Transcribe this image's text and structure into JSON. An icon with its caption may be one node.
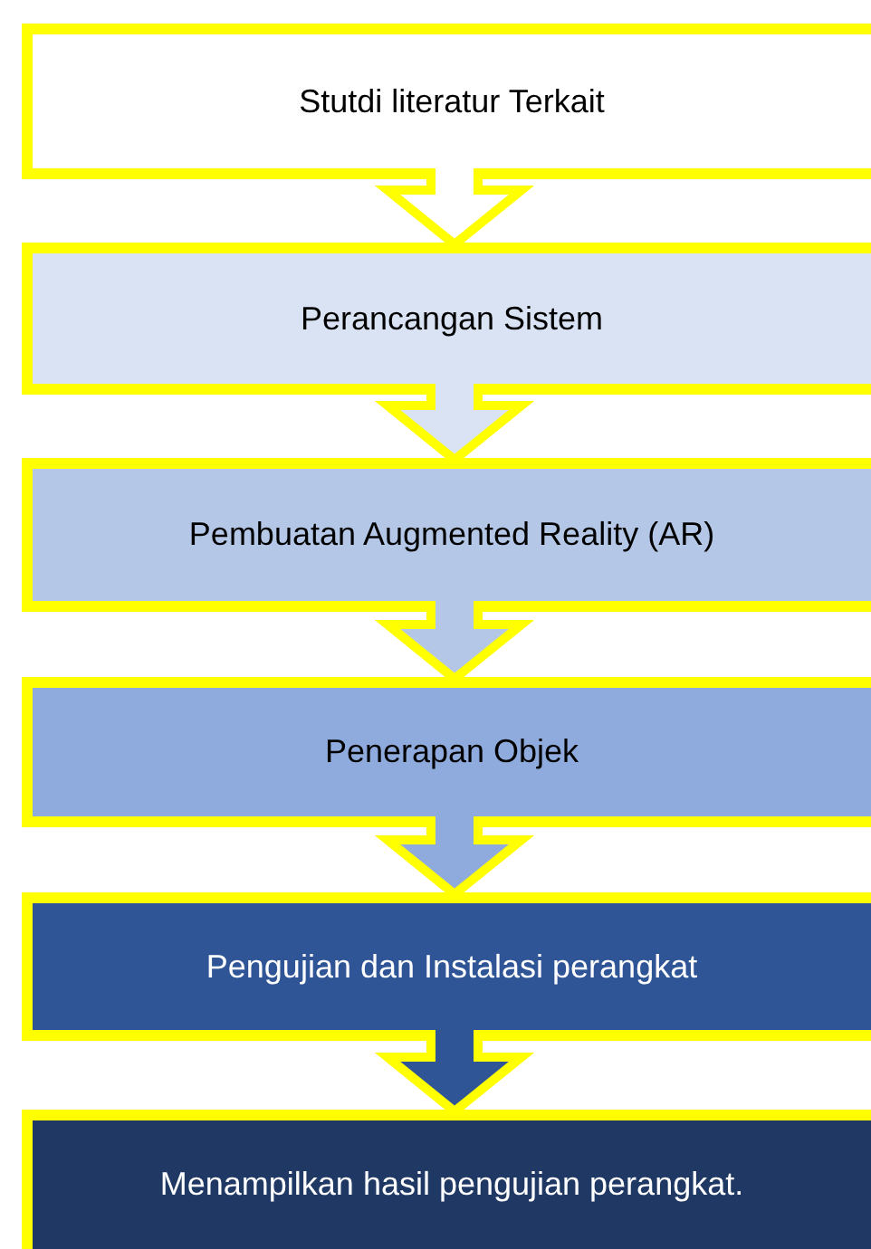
{
  "diagram": {
    "nodes": [
      {
        "text": [
          "Stutdi literatur Terkait"
        ]
      },
      {
        "text": [
          "Perancangan Sistem"
        ]
      },
      {
        "text": [
          "Pembuatan Augmented Reality (AR)"
        ]
      },
      {
        "text": [
          "Penerapan Objek"
        ]
      },
      {
        "text": [
          "Pengujian dan Instalasi perangkat"
        ]
      },
      {
        "text": [
          "Menampilkan hasil pengujian perangkat."
        ]
      }
    ],
    "edges": [
      {
        "from": 0,
        "to": 1,
        "arrow": "to"
      },
      {
        "from": 1,
        "to": 2,
        "arrow": "to"
      },
      {
        "from": 2,
        "to": 3,
        "arrow": "to"
      },
      {
        "from": 3,
        "to": 4,
        "arrow": "to"
      },
      {
        "from": 4,
        "to": 5,
        "arrow": "to"
      }
    ]
  }
}
